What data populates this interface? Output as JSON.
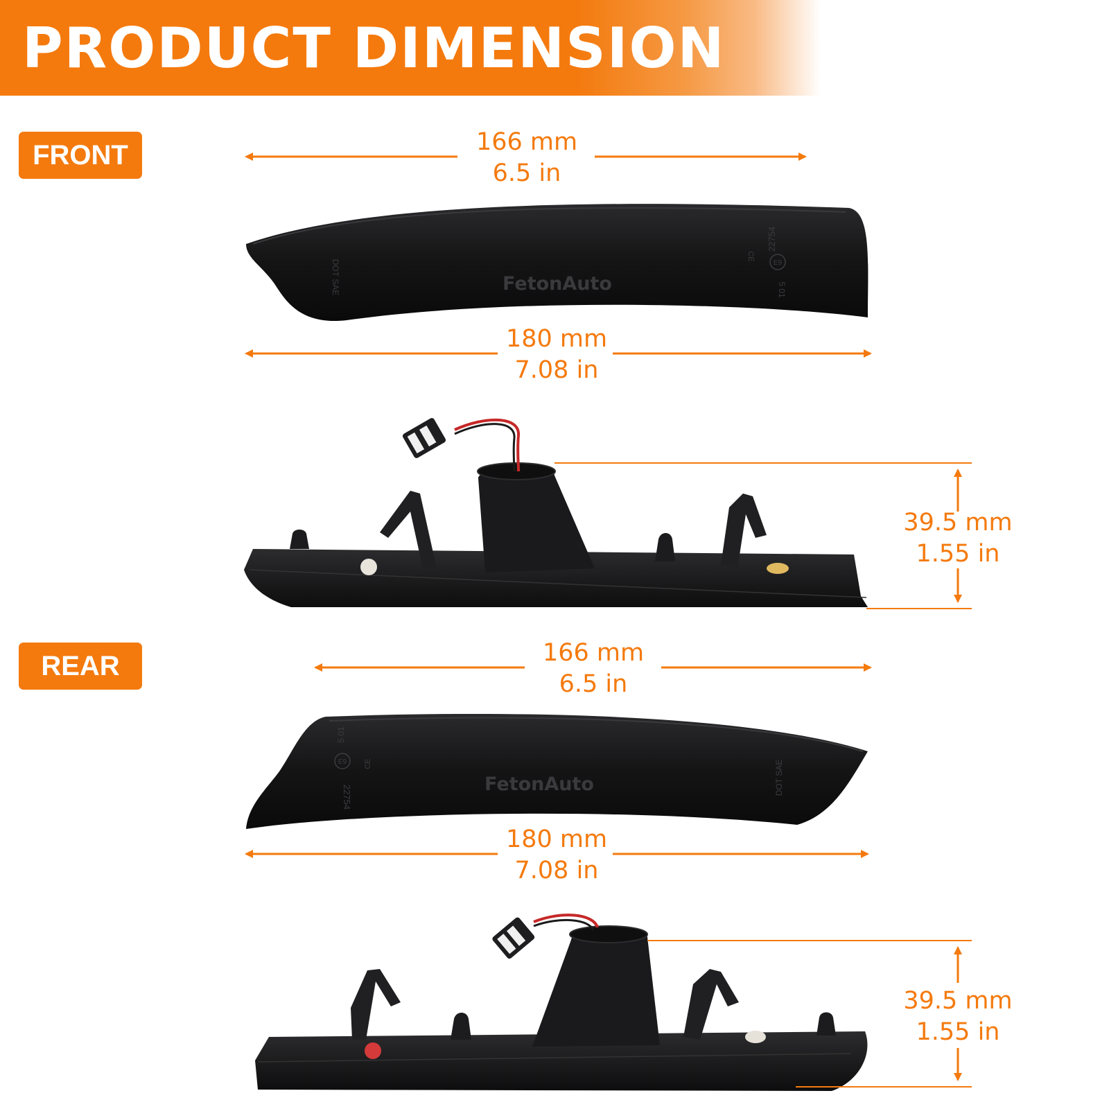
{
  "header": {
    "title": "PRODUCT DIMENSION"
  },
  "front": {
    "label": "FRONT",
    "top_width": {
      "mm": "166 mm",
      "in": "6.5 in"
    },
    "bottom_width": {
      "mm": "180 mm",
      "in": "7.08 in"
    },
    "height": {
      "mm": "39.5 mm",
      "in": "1.55 in"
    },
    "lens_markings": {
      "dot": "DOT SAE",
      "code": "22754",
      "e9": "E9",
      "ce": "CE",
      "sn": "5 01"
    }
  },
  "rear": {
    "label": "REAR",
    "top_width": {
      "mm": "166 mm",
      "in": "6.5 in"
    },
    "bottom_width": {
      "mm": "180 mm",
      "in": "7.08 in"
    },
    "height": {
      "mm": "39.5 mm",
      "in": "1.55 in"
    },
    "lens_markings": {
      "dot": "DOT SAE",
      "code": "22754",
      "e9": "E9",
      "ce": "CE",
      "sn": "5 01"
    }
  },
  "brand": "FetonAuto",
  "colors": {
    "accent": "#f47a0e",
    "lens": "#141414",
    "text_on_accent": "#ffffff"
  }
}
